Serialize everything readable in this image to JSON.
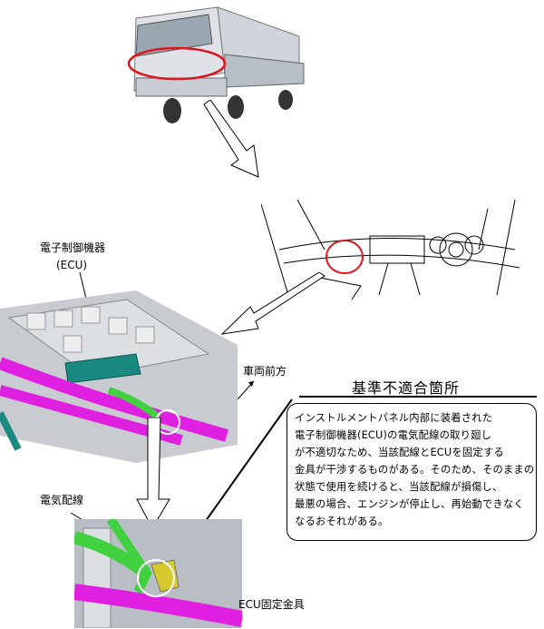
{
  "labels": {
    "ecu_label_line1": "電子制御機器",
    "ecu_label_line2": "(ECU)",
    "vehicle_front": "車両前方",
    "electric_wiring": "電気配線",
    "ecu_bracket": "ECU固定金具"
  },
  "notice": {
    "title": "基準不適合箇所",
    "lines": [
      "インストルメントパネル内部に装着された",
      "電子制御機器(ECU)の電気配線の取り廻し",
      "が不適切なため、当該配線とECUを固定する",
      "金具が干渉するものがある。そのため、そのままの",
      "状態で使用を続けると、当該配線が損傷し、",
      "最悪の場合、エンジンが停止し、再始動できなく",
      "なるおそれがある。"
    ]
  },
  "colors": {
    "highlight_red": "#e0141e",
    "wiring_magenta": "#e020e0",
    "wiring_green": "#40d040",
    "ecu_teal": "#1a8a80"
  }
}
